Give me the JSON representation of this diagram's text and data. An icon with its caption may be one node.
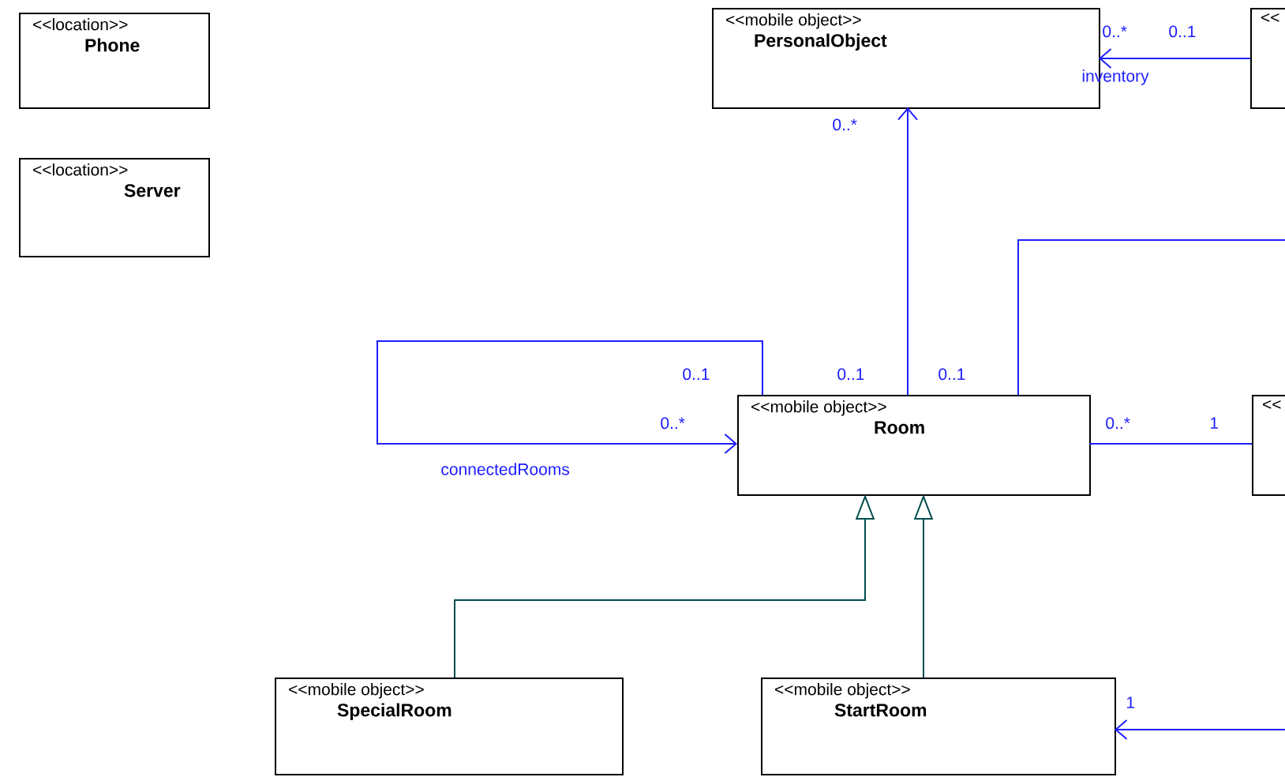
{
  "diagram": {
    "nodes": [
      {
        "text": [
          "<<location>>",
          "Phone"
        ]
      },
      {
        "text": [
          "<<location>>",
          "Server"
        ]
      },
      {
        "text": [
          "<<mobile object>>",
          "PersonalObject"
        ]
      },
      {
        "text": [
          "<<"
        ]
      },
      {
        "text": [
          "<<mobile object>>",
          "Room"
        ]
      },
      {
        "text": [
          "<<"
        ]
      },
      {
        "text": [
          "<<mobile object>>",
          "SpecialRoom"
        ]
      },
      {
        "text": [
          "<<mobile object>>",
          "StartRoom"
        ]
      }
    ],
    "edges": [
      {
        "from": 3,
        "to": 2,
        "arrow": "to",
        "label": "inventory"
      },
      {
        "from": 4,
        "to": 2,
        "arrow": "to"
      },
      {
        "from": 4,
        "to": 4,
        "arrow": "to",
        "label": "connectedRooms"
      },
      {
        "from": 4,
        "to": null,
        "arrow": "none"
      },
      {
        "from": 4,
        "to": 5,
        "arrow": "none"
      },
      {
        "from": 6,
        "to": 4,
        "arrow": "to",
        "color": "#004d4d"
      },
      {
        "from": 7,
        "to": 4,
        "arrow": "to",
        "color": "#004d4d"
      },
      {
        "from": null,
        "to": 7,
        "arrow": "to"
      }
    ],
    "labels": [
      "0..*",
      "0..1",
      "0..*",
      "0..1",
      "0..1",
      "0..1",
      "0..*",
      "0..*",
      "1",
      "1"
    ]
  }
}
